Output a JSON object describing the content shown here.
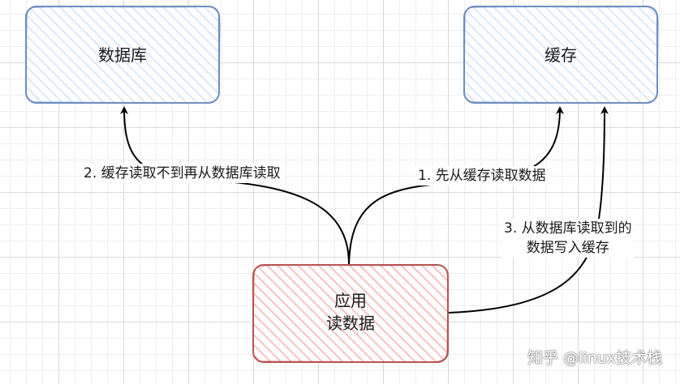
{
  "nodes": {
    "database": {
      "label": "数据库"
    },
    "cache": {
      "label": "缓存"
    },
    "app": {
      "line1": "应用",
      "line2": "读数据"
    }
  },
  "edges": {
    "cache_miss_read_db": "2. 缓存读取不到再从数据库读取",
    "read_cache_first": "1. 先从缓存读取数据",
    "write_back_line1": "3. 从数据库读取到的",
    "write_back_line2": "数据写入缓存"
  },
  "watermark": "知乎 @linux技术栈",
  "colors": {
    "top_box_fill": "#dae8fc",
    "top_box_stroke": "#6c8ebf",
    "app_box_fill": "#f8cecc",
    "app_box_stroke": "#b85450",
    "edge": "#000000"
  }
}
